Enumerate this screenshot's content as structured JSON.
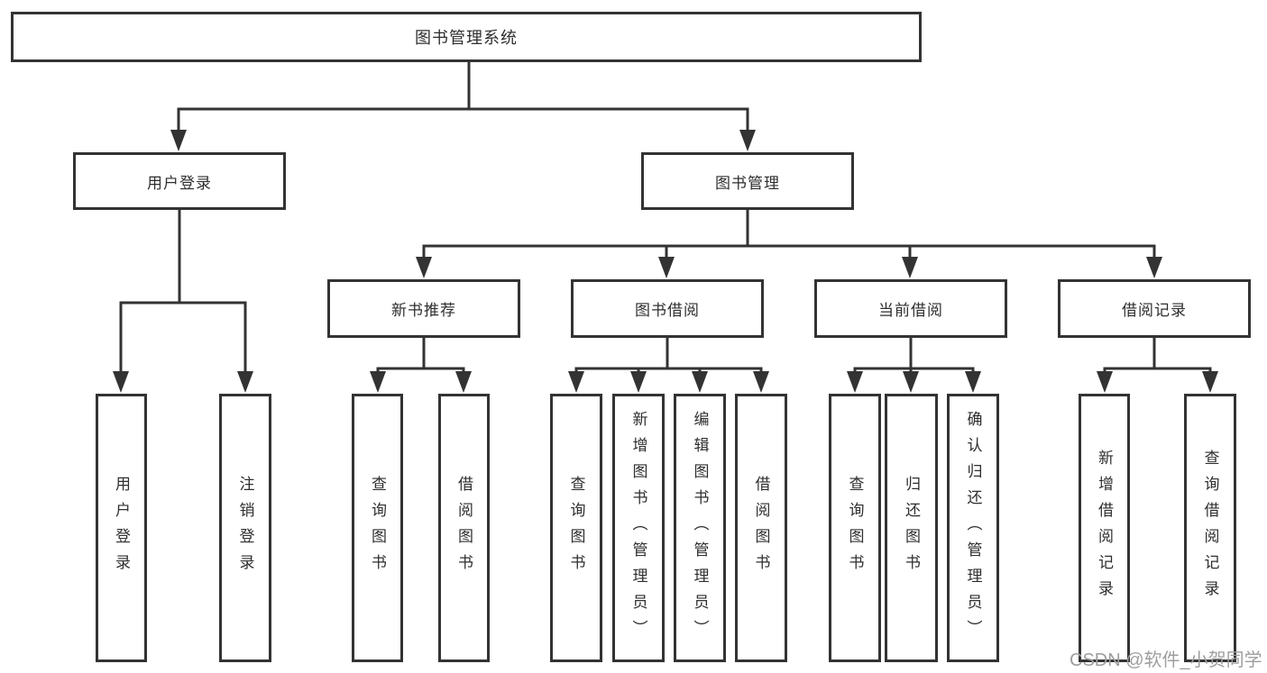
{
  "diagram": {
    "root": {
      "label": "图书管理系统"
    },
    "level2": [
      {
        "label": "用户登录"
      },
      {
        "label": "图书管理"
      }
    ],
    "level3": [
      {
        "label": "新书推荐"
      },
      {
        "label": "图书借阅"
      },
      {
        "label": "当前借阅"
      },
      {
        "label": "借阅记录"
      }
    ],
    "leaves": [
      {
        "label": "用户登录"
      },
      {
        "label": "注销登录"
      },
      {
        "label": "查询图书"
      },
      {
        "label": "借阅图书"
      },
      {
        "label": "查询图书"
      },
      {
        "label": "新增图书（管理员）"
      },
      {
        "label": "编辑图书（管理员）"
      },
      {
        "label": "借阅图书"
      },
      {
        "label": "查询图书"
      },
      {
        "label": "归还图书"
      },
      {
        "label": "确认归还（管理员）"
      },
      {
        "label": "新增借阅记录"
      },
      {
        "label": "查询借阅记录"
      }
    ],
    "watermark": "CSDN @软件_小贺同学",
    "colors": {
      "line": "#333333",
      "text": "#2e2e2e",
      "background": "#ffffff",
      "watermark": "#9e9e9e"
    }
  }
}
